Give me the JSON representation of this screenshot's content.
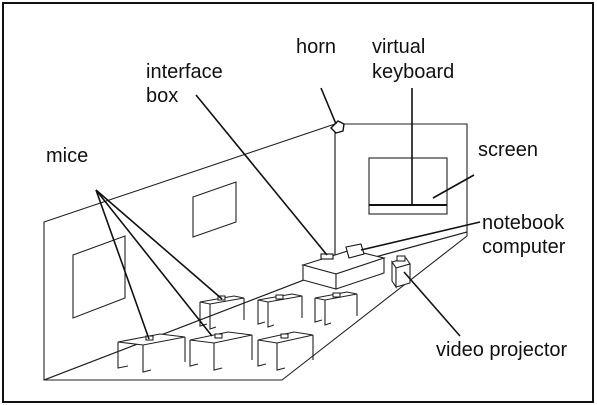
{
  "labels": {
    "horn": "horn",
    "virtual_keyboard_line1": "virtual",
    "virtual_keyboard_line2": "keyboard",
    "interface_box_line1": "interface",
    "interface_box_line2": "box",
    "mice": "mice",
    "screen": "screen",
    "notebook_line1": "notebook",
    "notebook_line2": "computer",
    "video_projector": "video projector"
  }
}
